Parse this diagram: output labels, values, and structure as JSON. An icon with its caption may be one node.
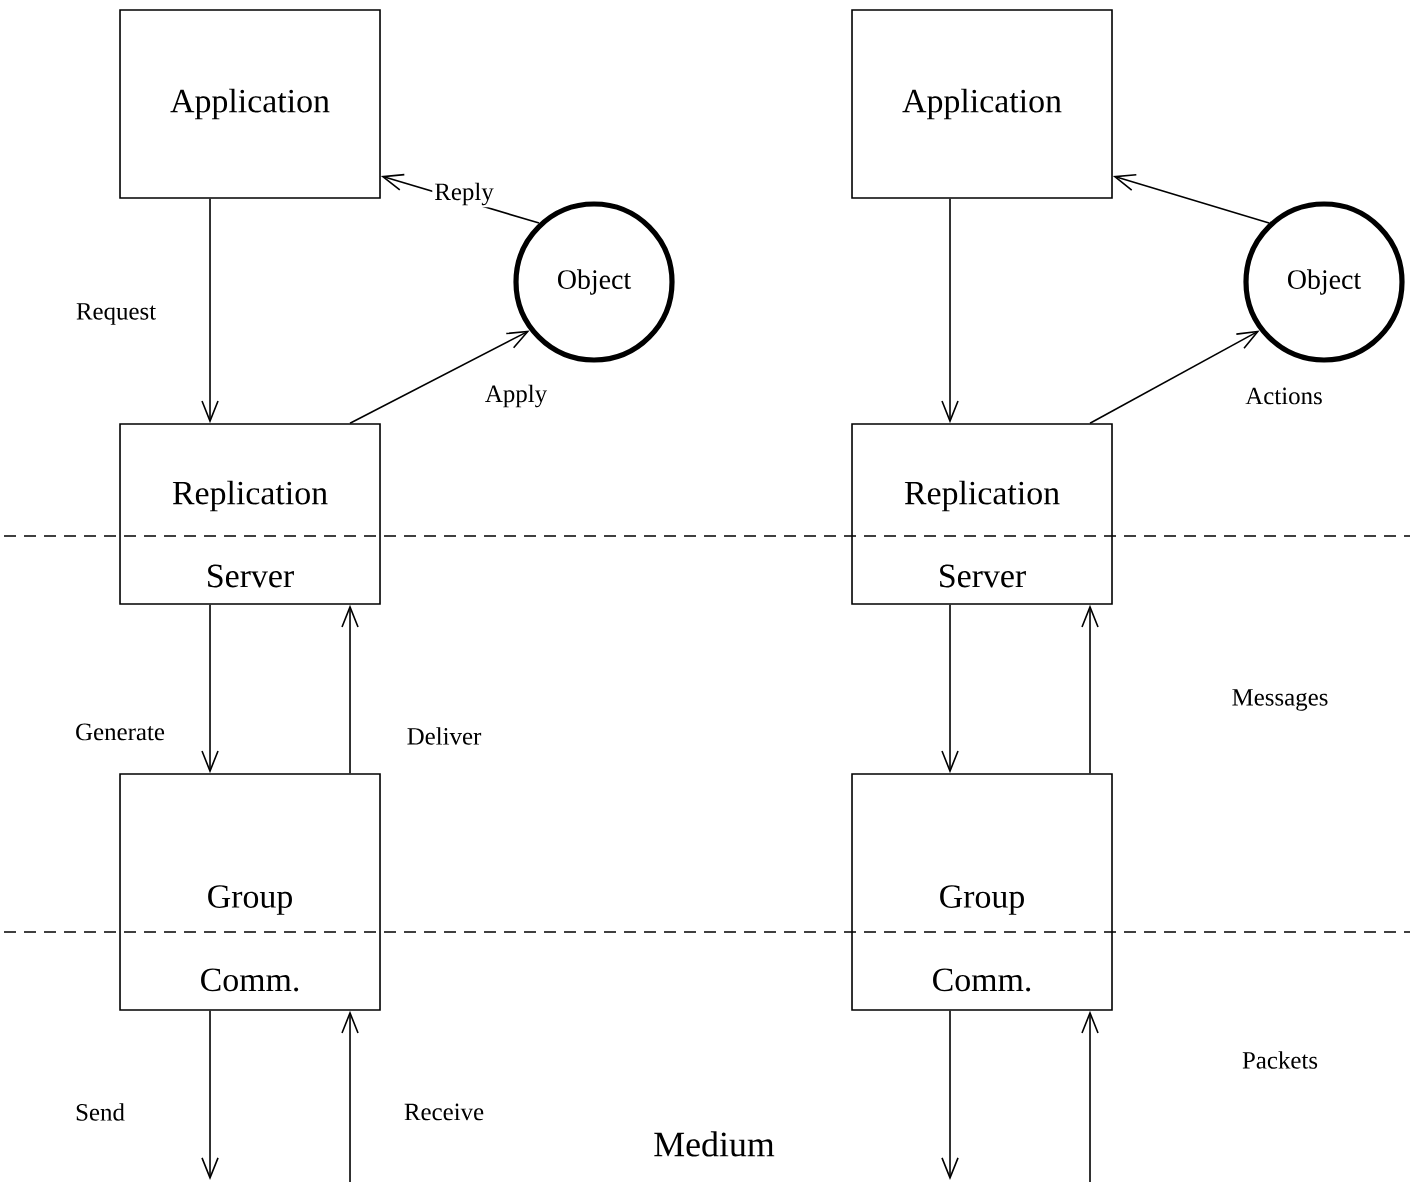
{
  "diagram": {
    "nodes": [
      {
        "text": [
          "Application"
        ]
      },
      {
        "text": [
          "Object"
        ]
      },
      {
        "text": [
          "Replication",
          "Server"
        ]
      },
      {
        "text": [
          "Group",
          "Comm."
        ]
      },
      {
        "text": [
          "Application"
        ]
      },
      {
        "text": [
          "Object"
        ]
      },
      {
        "text": [
          "Replication",
          "Server"
        ]
      },
      {
        "text": [
          "Group",
          "Comm."
        ]
      }
    ],
    "edges": [
      {
        "from": 0,
        "to": 2,
        "arrow": "to",
        "label": "Request"
      },
      {
        "from": 2,
        "to": 1,
        "arrow": "to",
        "label": "Apply"
      },
      {
        "from": 1,
        "to": 0,
        "arrow": "to",
        "label": "Reply"
      },
      {
        "from": 2,
        "to": 3,
        "arrow": "to",
        "label": "Generate"
      },
      {
        "from": 3,
        "to": 2,
        "arrow": "to",
        "label": "Deliver"
      },
      {
        "from": 3,
        "to": null,
        "arrow": "to",
        "label": "Send"
      },
      {
        "from": null,
        "to": 3,
        "arrow": "to",
        "label": "Receive"
      },
      {
        "from": 4,
        "to": 6,
        "arrow": "to"
      },
      {
        "from": 6,
        "to": 5,
        "arrow": "to",
        "label": "Actions"
      },
      {
        "from": 5,
        "to": 4,
        "arrow": "to"
      },
      {
        "from": 6,
        "to": 7,
        "arrow": "to"
      },
      {
        "from": 7,
        "to": 6,
        "arrow": "to"
      },
      {
        "from": 7,
        "to": null,
        "arrow": "to"
      },
      {
        "from": null,
        "to": 7,
        "arrow": "to"
      }
    ],
    "labels": [
      "Messages",
      "Packets",
      "Medium"
    ]
  }
}
